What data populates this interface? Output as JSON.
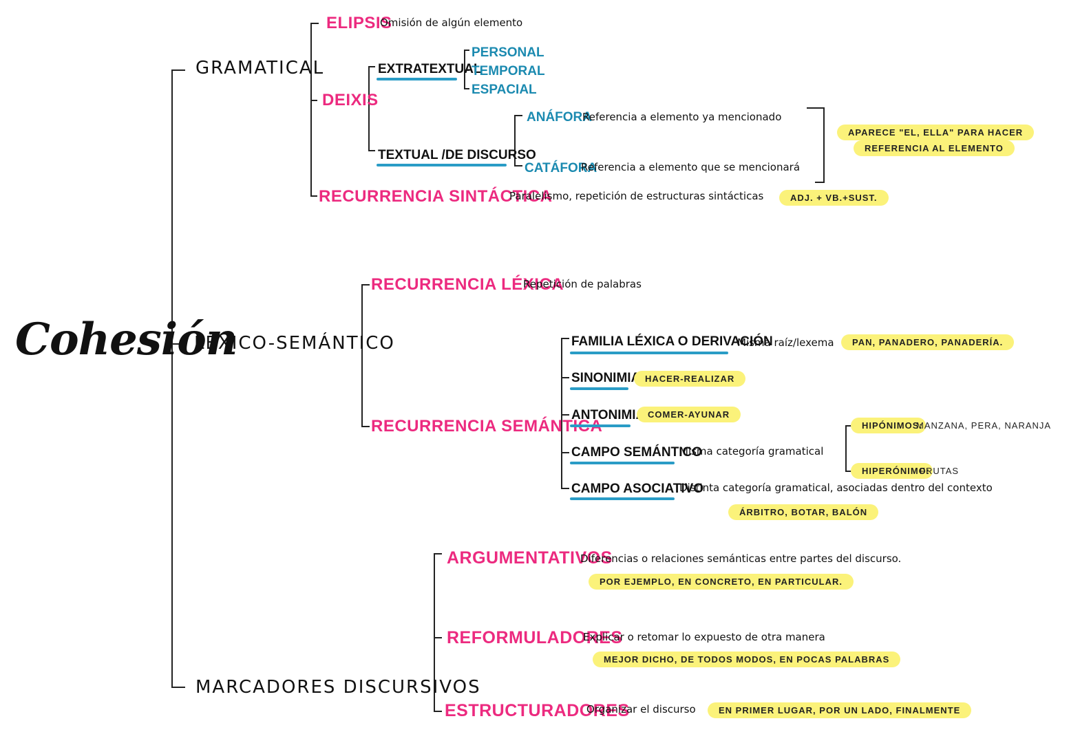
{
  "title": "Cohesión",
  "branches": {
    "gramatical": {
      "label": "GRAMATICAL",
      "elipsis": {
        "label": "ELIPSIS",
        "desc": "Omisión de algún elemento"
      },
      "deixis": {
        "label": "DEIXIS",
        "extratextual": {
          "label": "EXTRATEXTUAL",
          "items": [
            "PERSONAL",
            "TEMPORAL",
            "ESPACIAL"
          ]
        },
        "textual": {
          "label": "TEXTUAL /DE DISCURSO",
          "anafora": {
            "label": "ANÁFORA",
            "desc": "Referencia a elemento ya mencionado"
          },
          "catafora": {
            "label": "CATÁFORA",
            "desc": "Referencia a elemento que se mencionará"
          },
          "note_line1": "APARECE \"EL, ELLA\" PARA HACER",
          "note_line2": "REFERENCIA AL ELEMENTO"
        }
      },
      "recurrencia_sintactica": {
        "label": "RECURRENCIA SINTÁCTICA",
        "desc": "Paralelismo, repetición de estructuras sintácticas",
        "example": "ADJ. + VB.+SUST."
      }
    },
    "lexico": {
      "label": "LÉXICO-SEMÁNTICO",
      "recurrencia_lexica": {
        "label": "RECURRENCIA LÉXICA",
        "desc": "Repetición de palabras"
      },
      "recurrencia_semantica": {
        "label": "RECURRENCIA SEMÁNTICA",
        "familia": {
          "label": "FAMILIA LÉXICA O DERIVACIÓN",
          "desc": "Misma raíz/lexema",
          "example": "PAN, PANADERO, PANADERÍA."
        },
        "sinonimia": {
          "label": "SINONIMIA",
          "example": "HACER-REALIZAR"
        },
        "antonimia": {
          "label": "ANTONIMIA",
          "example": "COMER-AYUNAR"
        },
        "campo_semantico": {
          "label": "CAMPO SEMÁNTICO",
          "desc": "Misma categoría gramatical",
          "hiponimos": {
            "label": "HIPÓNIMOS:",
            "value": "MANZANA, PERA, NARANJA"
          },
          "hiperonimo": {
            "label": "HIPERÓNIMO:",
            "value": "FRUTAS"
          }
        },
        "campo_asociativo": {
          "label": "CAMPO ASOCIATIVO",
          "desc": "Distinta categoría gramatical, asociadas dentro del contexto",
          "example": "ÁRBITRO, BOTAR, BALÓN"
        }
      }
    },
    "marcadores": {
      "label": "MARCADORES DISCURSIVOS",
      "argumentativos": {
        "label": "ARGUMENTATIVOS",
        "desc": "Diferencias o relaciones semánticas entre partes del discurso.",
        "example": "POR EJEMPLO, EN CONCRETO, EN PARTICULAR."
      },
      "reformuladores": {
        "label": "REFORMULADORES",
        "desc": "Explicar o retomar lo expuesto de otra manera",
        "example": "MEJOR DICHO, DE TODOS MODOS, EN POCAS PALABRAS"
      },
      "estructuradores": {
        "label": "ESTRUCTURADORES",
        "desc": "Organizar el discurso",
        "example": "EN PRIMER LUGAR, POR UN LADO, FINALMENTE"
      }
    }
  },
  "colors": {
    "pink": "#ec2a7f",
    "teal": "#1b8ab0",
    "underline": "#2a9cc6",
    "highlight": "#fbf27a",
    "ink": "#111111"
  }
}
